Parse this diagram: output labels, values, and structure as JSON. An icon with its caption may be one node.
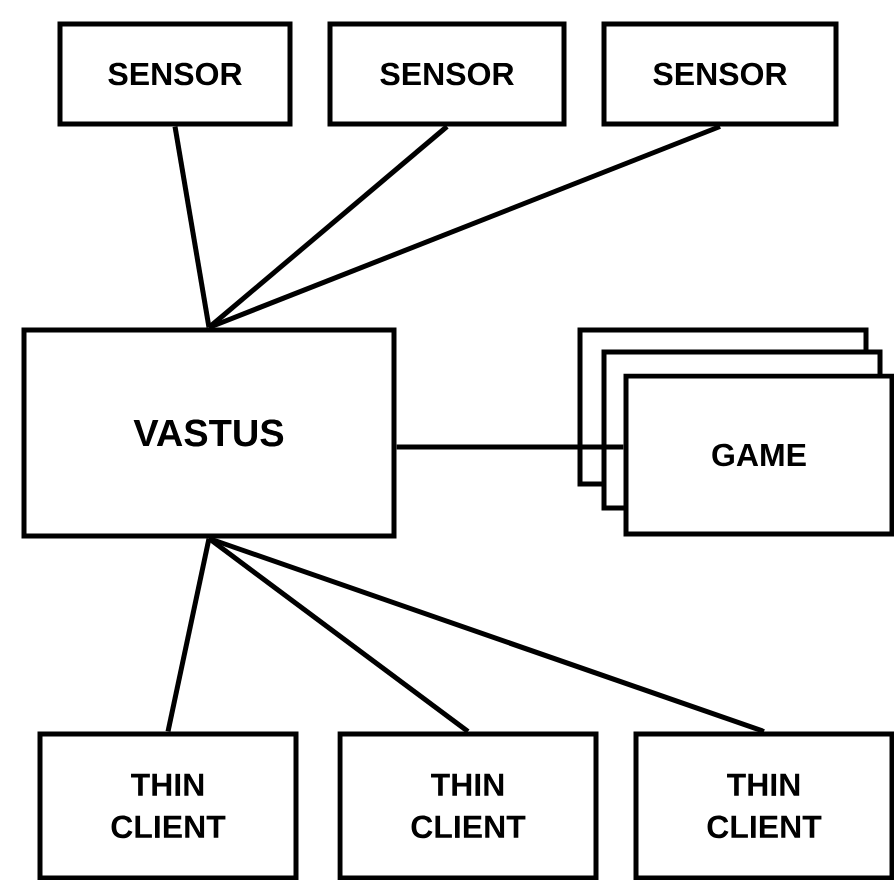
{
  "diagram": {
    "nodes": [
      {
        "text": [
          "SENSOR"
        ]
      },
      {
        "text": [
          "SENSOR"
        ]
      },
      {
        "text": [
          "SENSOR"
        ]
      },
      {
        "text": [
          "VASTUS"
        ]
      },
      {
        "text": [
          "GAME"
        ]
      },
      {
        "text": [
          "THIN CLIENT"
        ]
      },
      {
        "text": [
          "THIN CLIENT"
        ]
      },
      {
        "text": [
          "THIN CLIENT"
        ]
      }
    ],
    "edges": [
      {
        "from": 0,
        "to": 3,
        "arrow": "none"
      },
      {
        "from": 1,
        "to": 3,
        "arrow": "none"
      },
      {
        "from": 2,
        "to": 3,
        "arrow": "none"
      },
      {
        "from": 3,
        "to": 4,
        "arrow": "none"
      },
      {
        "from": 3,
        "to": 5,
        "arrow": "none"
      },
      {
        "from": 3,
        "to": 6,
        "arrow": "none"
      },
      {
        "from": 3,
        "to": 7,
        "arrow": "none"
      }
    ]
  }
}
